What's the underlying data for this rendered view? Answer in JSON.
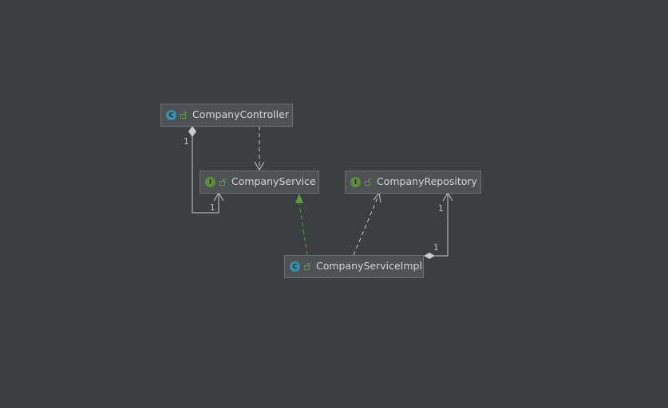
{
  "nodes": {
    "controller": {
      "label": "CompanyController",
      "kind": "class",
      "badge": "C"
    },
    "service": {
      "label": "CompanyService",
      "kind": "interface",
      "badge": "I"
    },
    "repository": {
      "label": "CompanyRepository",
      "kind": "interface",
      "badge": "I"
    },
    "impl": {
      "label": "CompanyServiceImpl",
      "kind": "class",
      "badge": "C"
    }
  },
  "multiplicities": {
    "controller_source": "1",
    "service_target": "1",
    "repository_target": "1",
    "impl_source": "1"
  },
  "colors": {
    "background": "#3c3f41",
    "node_fill": "#4e5254",
    "edge": "#c8cacc",
    "realization": "#5f9b45",
    "class_badge": "#3a8ea8",
    "interface_badge": "#5f8b3c"
  }
}
